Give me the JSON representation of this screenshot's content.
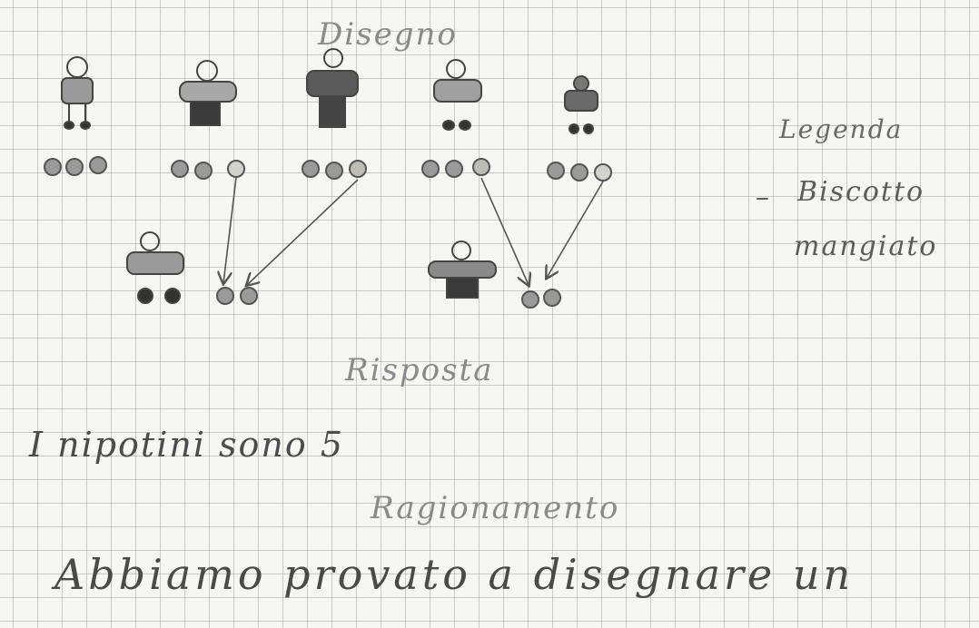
{
  "drawing": {
    "title": "Disegno",
    "legend_title": "Legenda",
    "legend_dash": "–",
    "legend_line1": "Biscotto",
    "legend_line2": "mangiato"
  },
  "answer": {
    "title": "Risposta",
    "text": "I nipotini sono 5"
  },
  "reasoning": {
    "title": "Ragionamento",
    "text": "Abbiamo provato a disegnare un"
  },
  "colors": {
    "pencil": "#4a4a4a",
    "grid": "#9a9a9a",
    "paper": "#f6f6f3"
  }
}
